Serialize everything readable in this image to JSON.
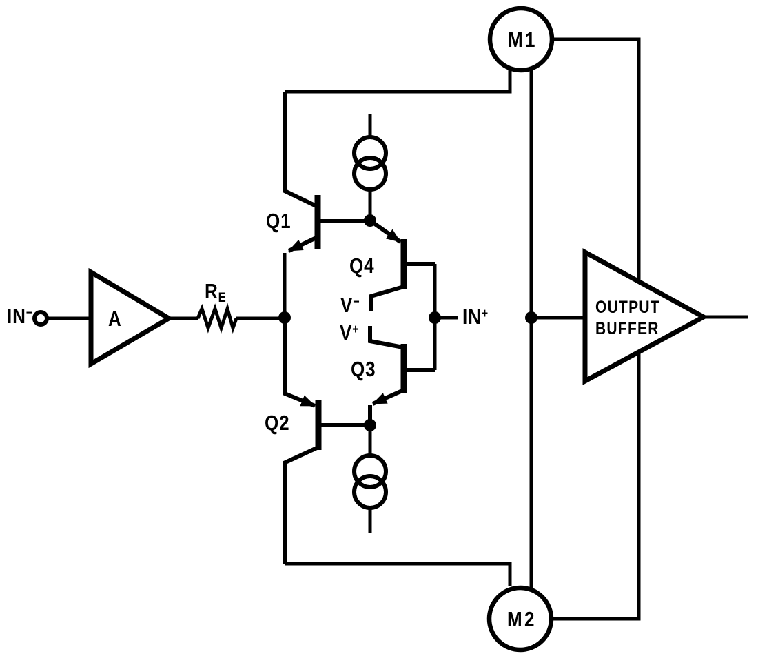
{
  "figure": {
    "background": "#ffffff",
    "line_color": "#000000",
    "labels": {
      "in_minus": {
        "text": "IN",
        "sup": "−"
      },
      "amp_gain": {
        "text": "A"
      },
      "resistor": {
        "text": "R",
        "sub": "E"
      },
      "q1": {
        "text": "Q1"
      },
      "q2": {
        "text": "Q2"
      },
      "q3": {
        "text": "Q3"
      },
      "q4": {
        "text": "Q4"
      },
      "v_minus": {
        "text": "V",
        "sup": "−"
      },
      "v_plus": {
        "text": "V",
        "sup": "+"
      },
      "in_plus": {
        "text": "IN",
        "sup": "+"
      },
      "mirror1": {
        "text": "M1"
      },
      "mirror2": {
        "text": "M2"
      },
      "output_buffer": {
        "line1": "OUTPUT",
        "line2": "BUFFER"
      }
    }
  }
}
